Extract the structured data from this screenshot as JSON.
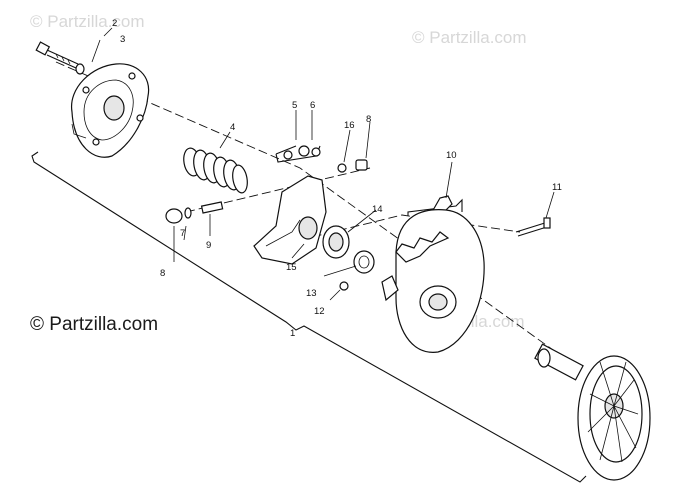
{
  "watermarks": {
    "top_left": "© Partzilla.com",
    "top_right": "© Partzilla.com",
    "center_right": "© Partzilla.com",
    "main": "© Partzilla.com"
  },
  "callouts": {
    "c1": "1",
    "c2": "2",
    "c3": "3",
    "c4": "4",
    "c5": "5",
    "c6": "6",
    "c7": "7",
    "c8a": "8",
    "c8b": "8",
    "c9": "9",
    "c10": "10",
    "c11": "11",
    "c12": "12",
    "c13": "13",
    "c14": "14",
    "c15": "15",
    "c16": "16"
  }
}
